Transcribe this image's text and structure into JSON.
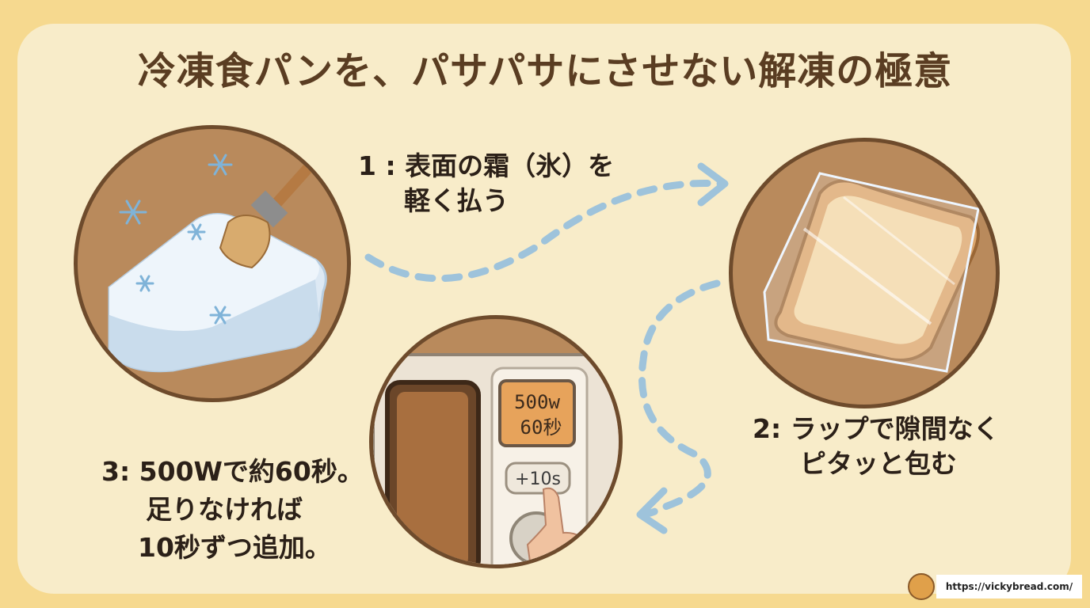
{
  "title": "冷凍食パンを、パサパサにさせない解凍の極意",
  "steps": [
    {
      "line1": "1 : 表面の霜（氷）を",
      "line2": "軽く払う"
    },
    {
      "line1": "2: ラップで隙間なく",
      "line2": "ピタッと包む"
    },
    {
      "line1": "3: 500Wで約60秒。",
      "line2": "足りなければ",
      "line3": "10秒ずつ追加。"
    }
  ],
  "microwave": {
    "display_line1": "500w",
    "display_line2": "60秒",
    "button_label": "+10s"
  },
  "footer": {
    "url": "https://vickybread.com/"
  },
  "colors": {
    "background": "#f6d98f",
    "panel": "#f8ecc9",
    "title": "#5a3d22",
    "circle_fill": "#b98a5c",
    "circle_border": "#6e4b2c",
    "arrow": "#9ec3db"
  },
  "icons": [
    "snowflake-icon",
    "brush-icon",
    "frozen-bread",
    "wrapped-toast",
    "microwave",
    "dashed-arrow",
    "logo-icon"
  ]
}
